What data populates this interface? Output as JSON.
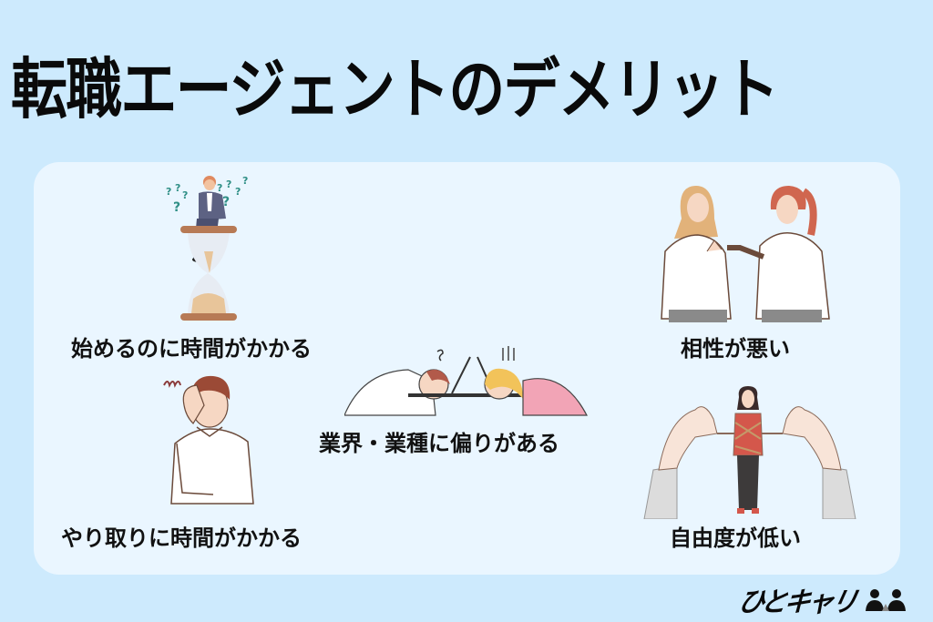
{
  "title": "転職エージェントのデメリット",
  "items": [
    {
      "label": "始めるのに時間がかかる",
      "icon": "hourglass-confused-man-icon"
    },
    {
      "label": "やり取りに時間がかかる",
      "icon": "headache-man-icon"
    },
    {
      "label": "業界・業種に偏りがある",
      "icon": "tired-workers-laptop-icon"
    },
    {
      "label": "相性が悪い",
      "icon": "arguing-women-icon"
    },
    {
      "label": "自由度が低い",
      "icon": "tied-puppet-woman-icon"
    }
  ],
  "logo": {
    "text": "ひとキャリ",
    "icon": "people-icon"
  },
  "colors": {
    "background": "#cdeafd",
    "panel": "#eaf6ff",
    "text": "#111111"
  }
}
